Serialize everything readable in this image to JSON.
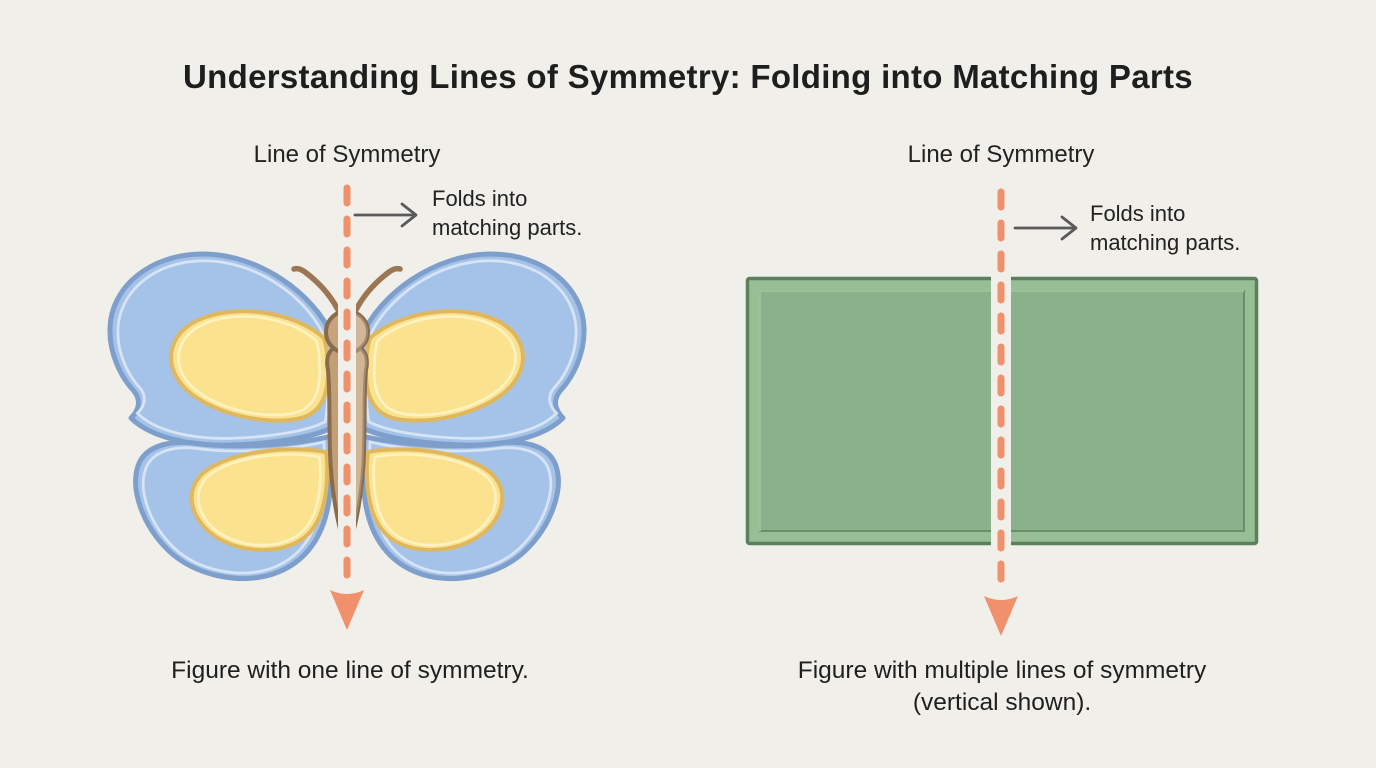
{
  "title": "Understanding Lines of Symmetry: Folding into Matching Parts",
  "left_panel": {
    "figure": "butterfly",
    "symmetry_label": "Line of Symmetry",
    "fold_note_line1": "Folds into",
    "fold_note_line2": "matching parts.",
    "caption": "Figure with one line of symmetry."
  },
  "right_panel": {
    "figure": "rectangle",
    "symmetry_label": "Line of Symmetry",
    "fold_note_line1": "Folds into",
    "fold_note_line2": "matching parts.",
    "caption_line1": "Figure with multiple lines of symmetry",
    "caption_line2": "(vertical shown)."
  },
  "colors": {
    "background": "#F0EFE9",
    "text": "#1F1F1F",
    "symmetry_line": "#F0916C",
    "pointer_arrow": "#5A5A5A",
    "butterfly_wing_fill": "#A5C3E8",
    "butterfly_wing_outline": "#7E9FCC",
    "butterfly_wing_highlight": "#D6E4F5",
    "butterfly_patch_fill": "#FAE28F",
    "butterfly_patch_outline": "#DFB75E",
    "butterfly_body_fill": "#C2A077",
    "butterfly_body_outline": "#8A6B4B",
    "rectangle_inner_fill": "#89B28C",
    "rectangle_frame_fill": "#98BE96",
    "rectangle_border": "#5A815C"
  }
}
